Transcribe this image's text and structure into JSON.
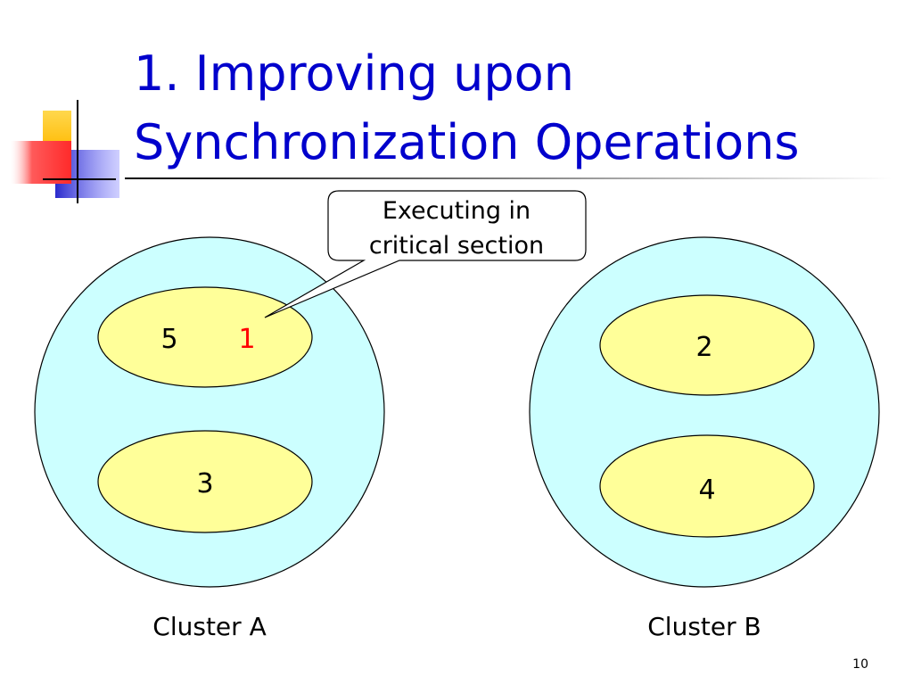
{
  "slide": {
    "title_line_1": "1. Improving upon",
    "title_line_2": "Synchronization Operations",
    "page_number": "10"
  },
  "callout": {
    "line_1": "Executing in",
    "line_2": "critical section"
  },
  "clusters": [
    {
      "label": "Cluster A",
      "groups": [
        {
          "items": [
            "5",
            "1"
          ]
        },
        {
          "items": [
            "3"
          ]
        }
      ]
    },
    {
      "label": "Cluster B",
      "groups": [
        {
          "items": [
            "2"
          ]
        },
        {
          "items": [
            "4"
          ]
        }
      ]
    }
  ],
  "colors": {
    "title": "#0000cc",
    "cluster_fill": "#ccffff",
    "group_fill": "#ffff99",
    "highlight_text": "#ff0000",
    "outline": "#000000",
    "deco_yellow": "#ffd700",
    "deco_red": "#ff3b3b",
    "deco_blue": "#3333cc"
  }
}
